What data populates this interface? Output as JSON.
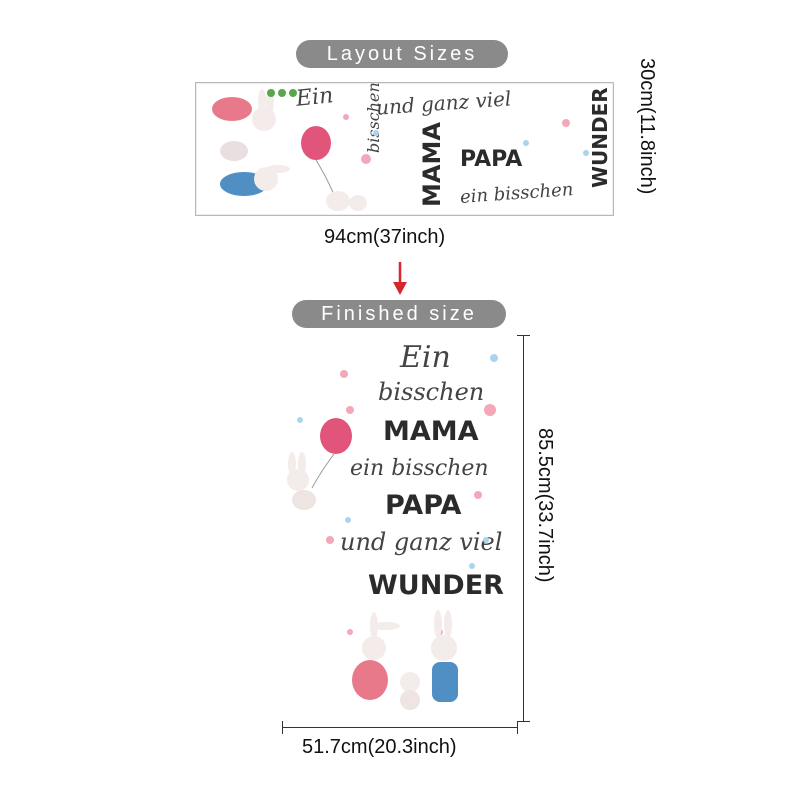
{
  "layout": {
    "label": "Layout Sizes",
    "height_label": "30cm(11.8inch)",
    "width_label": "94cm(37inch)",
    "sheet_words": {
      "ein": "Ein",
      "und": "und ganz viel",
      "bisschen1": "bisschen",
      "mama": "MAMA",
      "papa": "PAPA",
      "ein_bisschen": "ein bisschen",
      "wunder": "WUNDER"
    }
  },
  "finished": {
    "label": "Finished size",
    "height_label": "85.5cm(33.7inch)",
    "width_label": "51.7cm(20.3inch)",
    "lines": {
      "ein": "Ein",
      "bisschen": "bisschen",
      "mama": "MAMA",
      "ein_bisschen": "ein bisschen",
      "papa": "PAPA",
      "und": "und ganz viel",
      "wunder": "WUNDER"
    }
  },
  "colors": {
    "pill": "#8a8a8a",
    "arrow": "#d6262b",
    "heart_pink": "#f4a7b9",
    "heart_blue": "#a9d4ef",
    "balloon": "#e2557a",
    "dress_pink": "#e8798a",
    "overalls_blue": "#4f8fc4"
  },
  "icons": [
    "heart-icon",
    "balloon-icon",
    "bunny-icon",
    "arrow-down-icon"
  ]
}
